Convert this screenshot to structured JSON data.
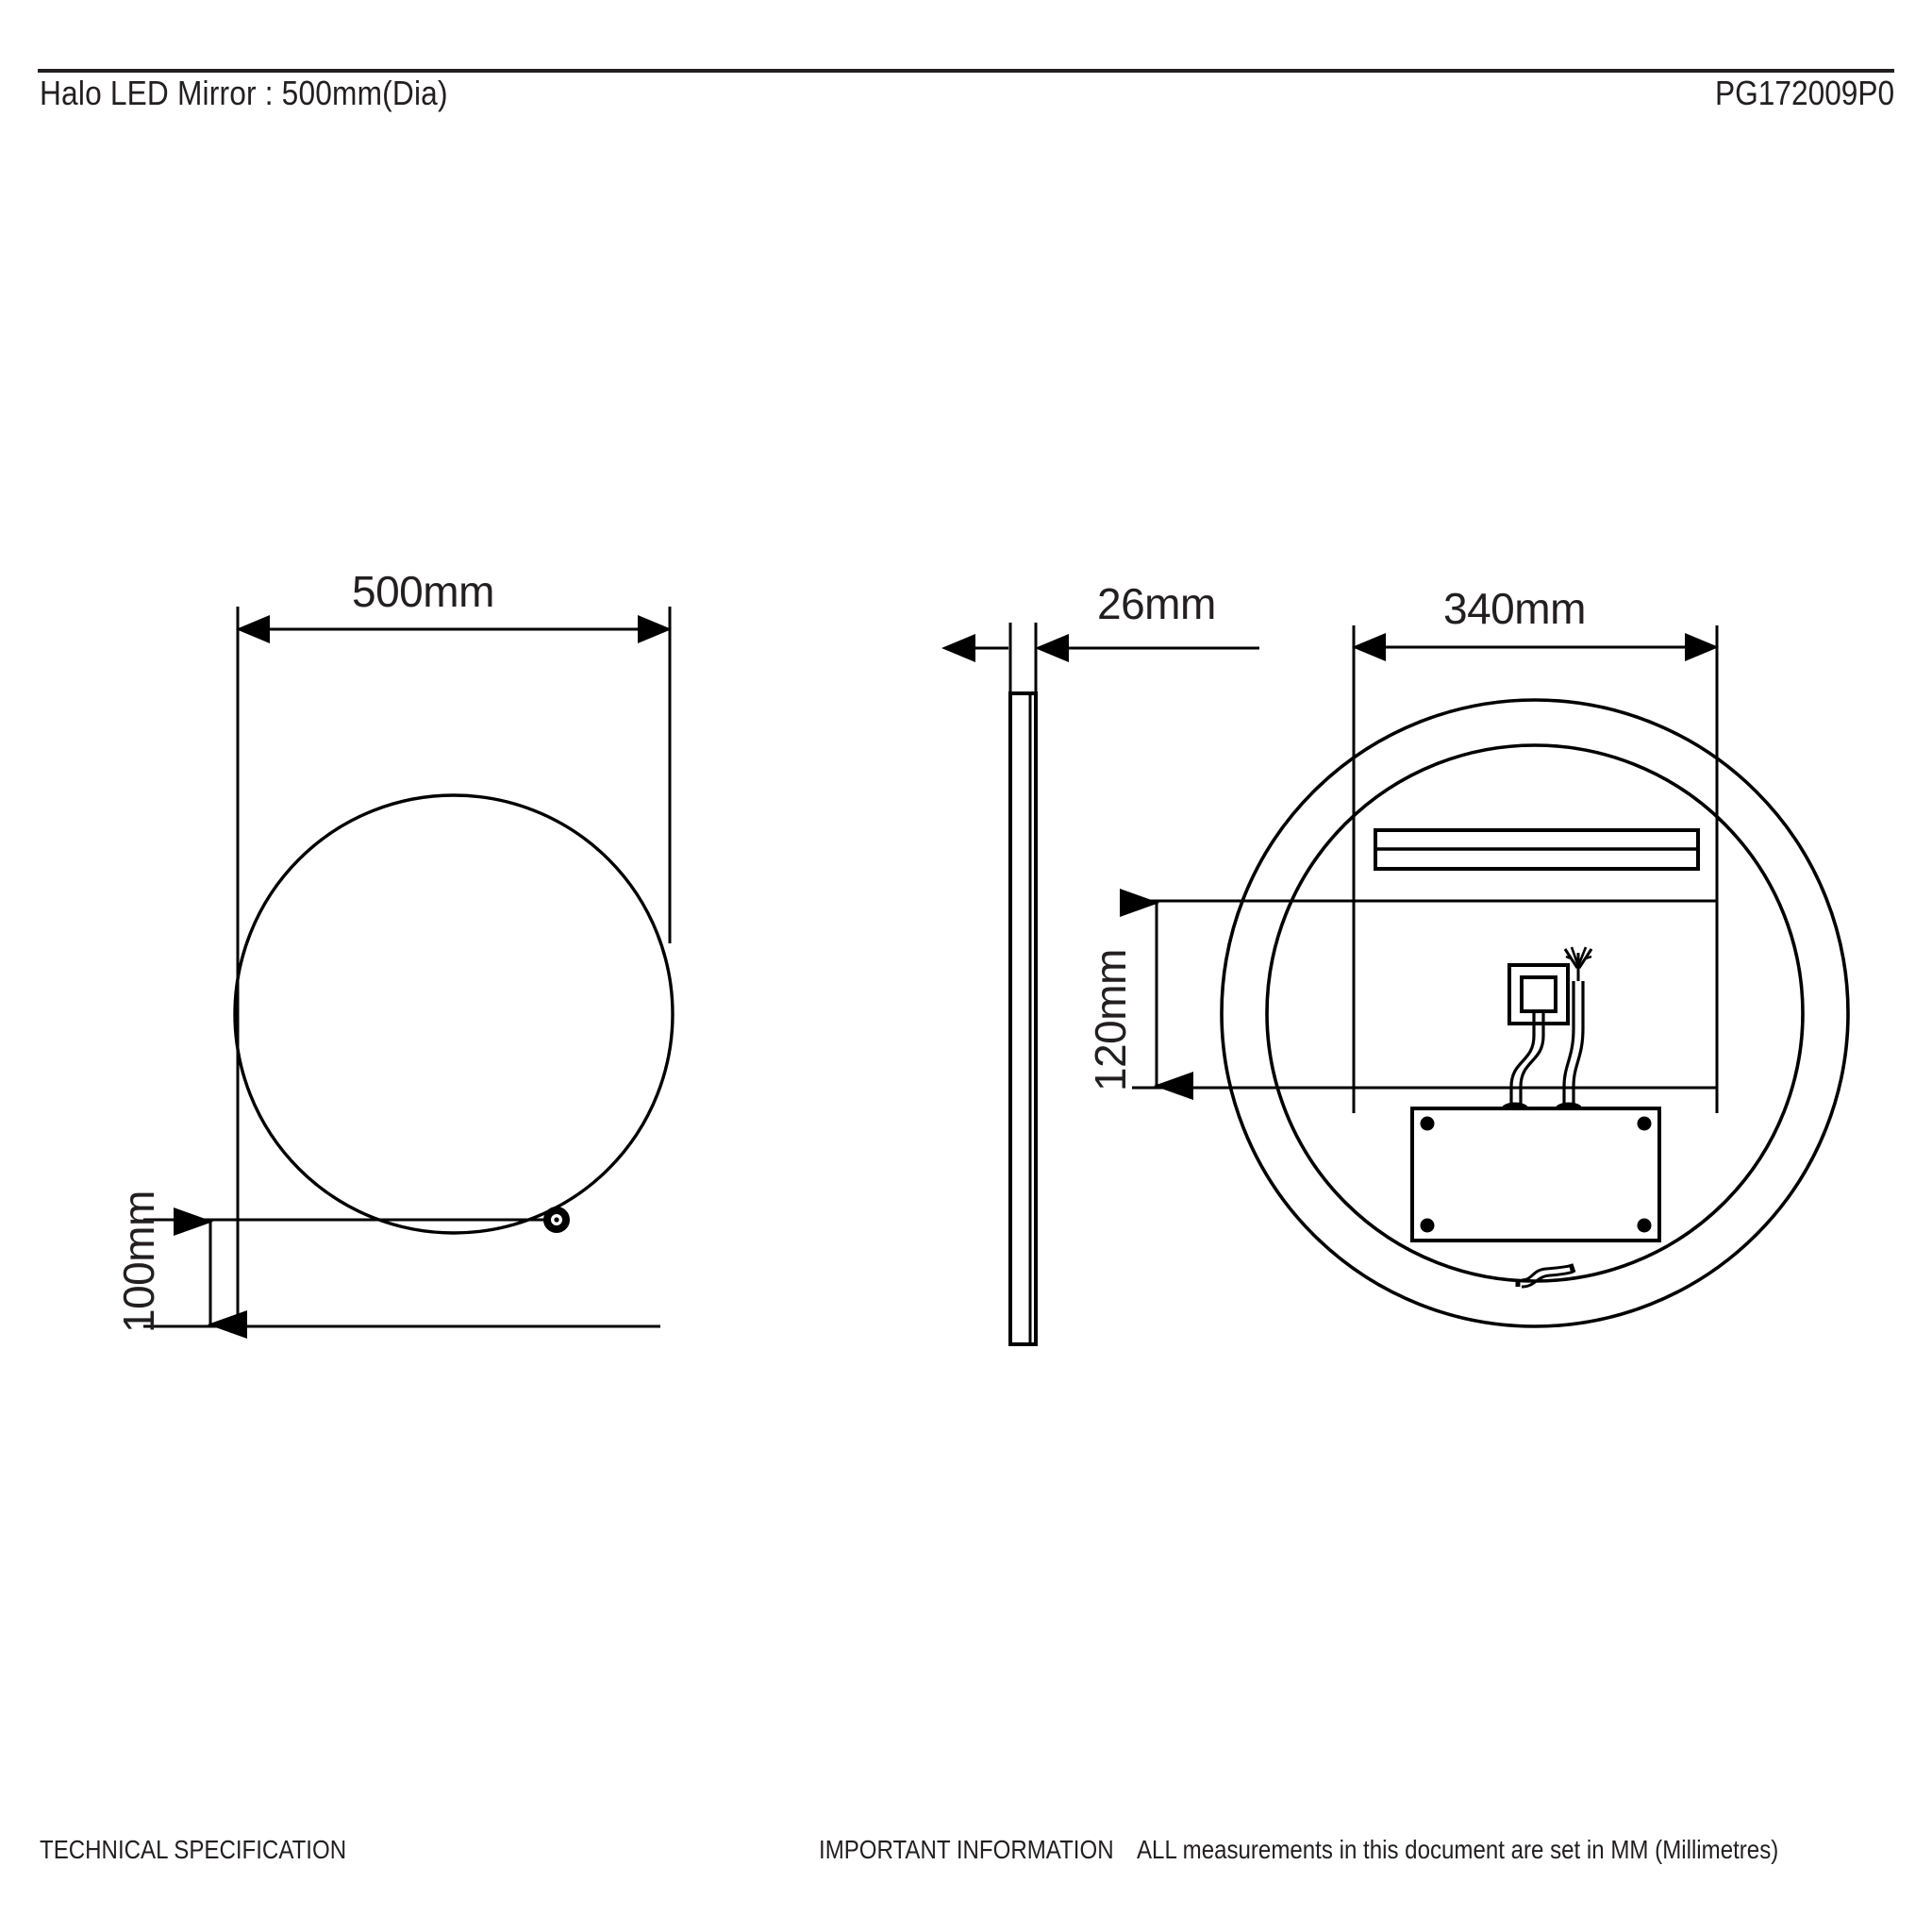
{
  "header": {
    "title": "Halo LED Mirror : 500mm(Dia)",
    "product_code": "PG172009P0"
  },
  "dimensions": {
    "front_width": "500mm",
    "side_thickness": "26mm",
    "rear_width": "340mm",
    "rear_height": "120mm",
    "sensor_height": "100mm"
  },
  "footer": {
    "left_label": "TECHNICAL SPECIFICATION",
    "info_label": "IMPORTANT INFORMATION",
    "info_text": "ALL measurements in this document are set in MM (Millimetres)"
  },
  "views": {
    "front": "front-elevation-round-mirror",
    "side": "side-section-26mm",
    "rear": "rear-view-led-strip-driver"
  },
  "colors": {
    "line": "#000000",
    "text": "#231f20"
  }
}
